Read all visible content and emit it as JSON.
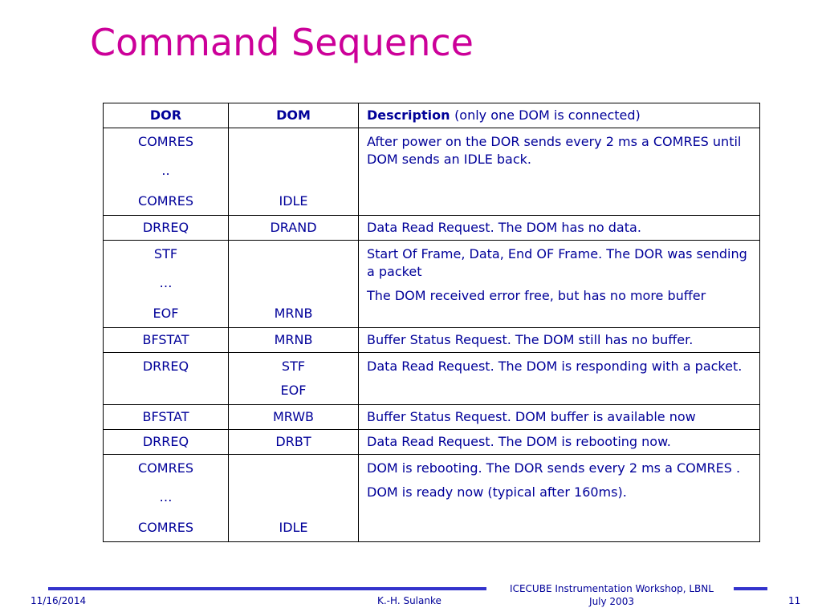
{
  "slide": {
    "title": "Command Sequence"
  },
  "table": {
    "headers": {
      "dor": "DOR",
      "dom": "DOM",
      "desc_bold": "Description",
      "desc_note": "(only one DOM is connected)"
    },
    "rows": [
      {
        "dor": [
          "COMRES",
          "..",
          "COMRES"
        ],
        "dom": [
          "",
          "",
          "IDLE"
        ],
        "desc": [
          "After power on the DOR sends every 2 ms a COMRES until DOM sends an IDLE back."
        ]
      },
      {
        "dor": [
          "DRREQ"
        ],
        "dom": [
          "DRAND"
        ],
        "desc": [
          "Data Read Request. The DOM has no data."
        ]
      },
      {
        "dor": [
          "STF",
          "…",
          "EOF"
        ],
        "dom": [
          "",
          "",
          "MRNB"
        ],
        "desc": [
          "Start Of Frame, Data, End OF Frame. The DOR was sending a packet",
          "The DOM received error free, but has no more buffer"
        ]
      },
      {
        "dor": [
          "BFSTAT"
        ],
        "dom": [
          "MRNB"
        ],
        "desc": [
          "Buffer Status Request. The DOM still has no buffer."
        ]
      },
      {
        "dor": [
          "DRREQ"
        ],
        "dom": [
          "STF",
          "EOF"
        ],
        "desc": [
          "Data Read Request. The DOM is responding with a packet."
        ]
      },
      {
        "dor": [
          "BFSTAT"
        ],
        "dom": [
          "MRWB"
        ],
        "desc": [
          "Buffer Status Request. DOM buffer is available now"
        ]
      },
      {
        "dor": [
          "DRREQ"
        ],
        "dom": [
          "DRBT"
        ],
        "desc": [
          "Data Read Request. The DOM is rebooting now."
        ]
      },
      {
        "dor": [
          "COMRES",
          "…",
          "COMRES"
        ],
        "dom": [
          "",
          "",
          "IDLE"
        ],
        "desc": [
          "DOM is rebooting. The DOR sends every 2 ms a COMRES .",
          "DOM is ready now (typical after 160ms)."
        ]
      }
    ]
  },
  "footer": {
    "date": "11/16/2014",
    "author": "K.-H. Sulanke",
    "event_line1": "ICECUBE Instrumentation Workshop, LBNL",
    "event_line2": "July 2003",
    "page": "11"
  }
}
